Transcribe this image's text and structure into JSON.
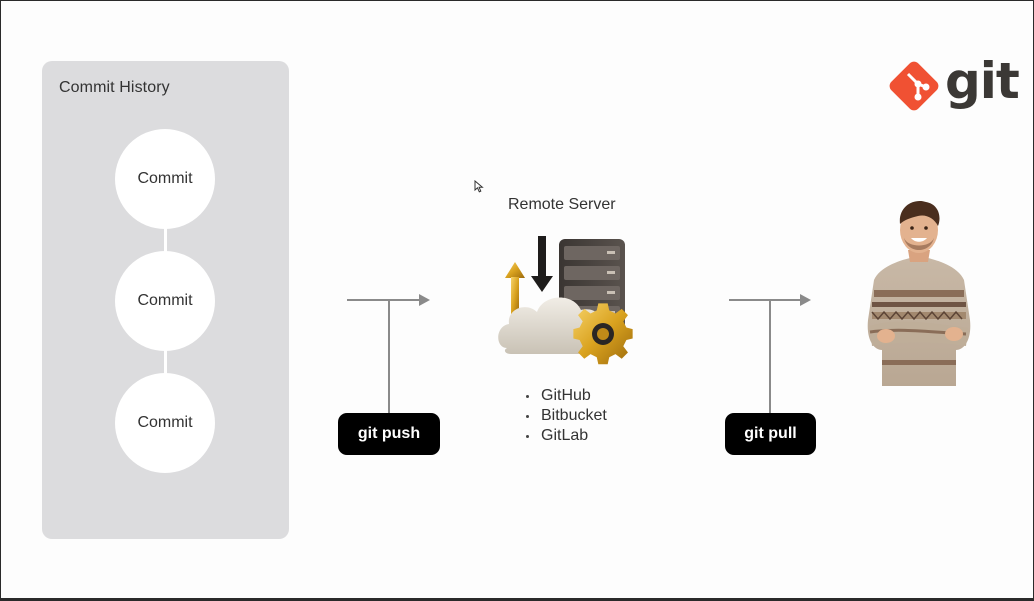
{
  "history": {
    "title": "Commit History",
    "commits": [
      "Commit",
      "Commit",
      "Commit"
    ]
  },
  "push": {
    "label": "git push"
  },
  "pull": {
    "label": "git pull"
  },
  "remote": {
    "title": "Remote Server",
    "hosts": [
      "GitHub",
      "Bitbucket",
      "GitLab"
    ]
  },
  "brand": {
    "word": "git",
    "accent": "#f05133"
  },
  "icons": {
    "logo": "git-logo-icon",
    "server": "cloud-server-icon",
    "person": "developer-avatar",
    "cursor": "mouse-cursor-icon"
  }
}
